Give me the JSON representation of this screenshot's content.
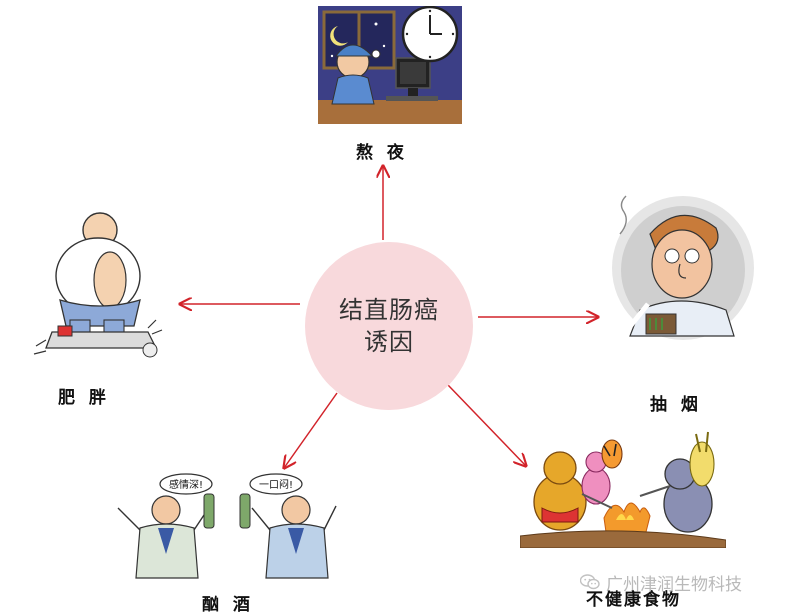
{
  "center": {
    "line1": "结直肠癌",
    "line2": "诱因"
  },
  "causes": {
    "top": {
      "label": "熬 夜",
      "icon": "staying-up-late-illustration"
    },
    "right": {
      "label": "抽 烟",
      "icon": "smoking-illustration"
    },
    "bottom_right": {
      "label": "不健康食物",
      "icon": "unhealthy-food-illustration"
    },
    "bottom_left": {
      "label": "酗 酒",
      "icon": "heavy-drinking-illustration"
    },
    "left": {
      "label": "肥 胖",
      "icon": "obesity-illustration"
    }
  },
  "drinking_bubbles": {
    "left": "感情深!",
    "right": "一口闷!"
  },
  "watermark": {
    "text": "广州津润生物科技",
    "icon": "wechat-icon"
  },
  "colors": {
    "arrow": "#d2232a",
    "center_fill": "#f8d9dc"
  }
}
